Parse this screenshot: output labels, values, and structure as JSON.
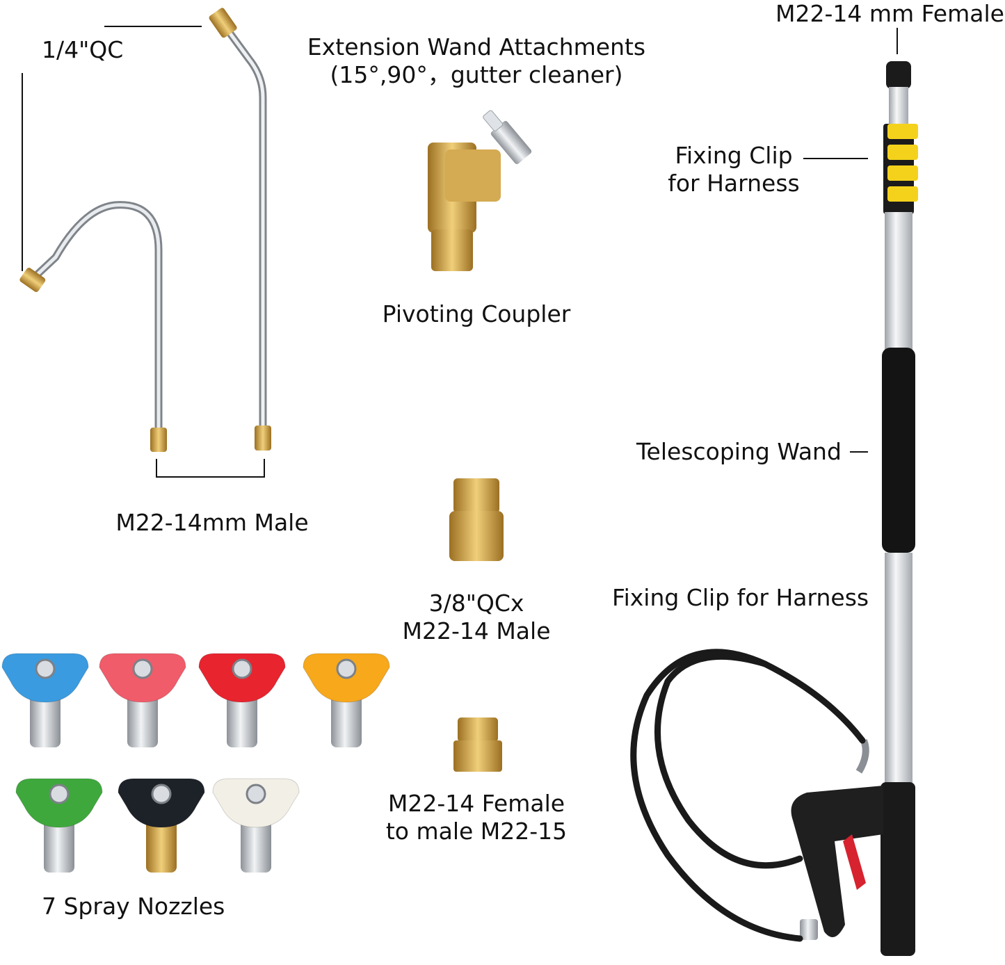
{
  "labels": {
    "quick_connect": "1/4\"QC",
    "attachments_line1": "Extension Wand Attachments",
    "attachments_line2": "(15°,90°，gutter cleaner)",
    "pivoting_coupler": "Pivoting Coupler",
    "male_thread": "M22-14mm Male",
    "adapter_line1": "3/8\"QCx",
    "adapter_line2": "M22-14 Male",
    "female_adapter_line1": "M22-14 Female",
    "female_adapter_line2": "to male M22-15",
    "spray_nozzles": "7 Spray Nozzles",
    "top_female": "M22-14 mm Female",
    "fixing_clip_line1": "Fixing Clip",
    "fixing_clip_line2": "for Harness",
    "telescoping_wand": "Telescoping Wand",
    "fixing_clip_lower": "Fixing Clip for Harness"
  },
  "nozzle_colors": [
    "#3a9be0",
    "#f05c6a",
    "#e8242f",
    "#f7a81b",
    "#3ea83c",
    "#1d2128",
    "#f2efe6"
  ],
  "colors": {
    "brass": "#c99a3b",
    "steel": "#c7cbd0",
    "clip_yellow": "#f4d21c",
    "grip_black": "#141414"
  }
}
